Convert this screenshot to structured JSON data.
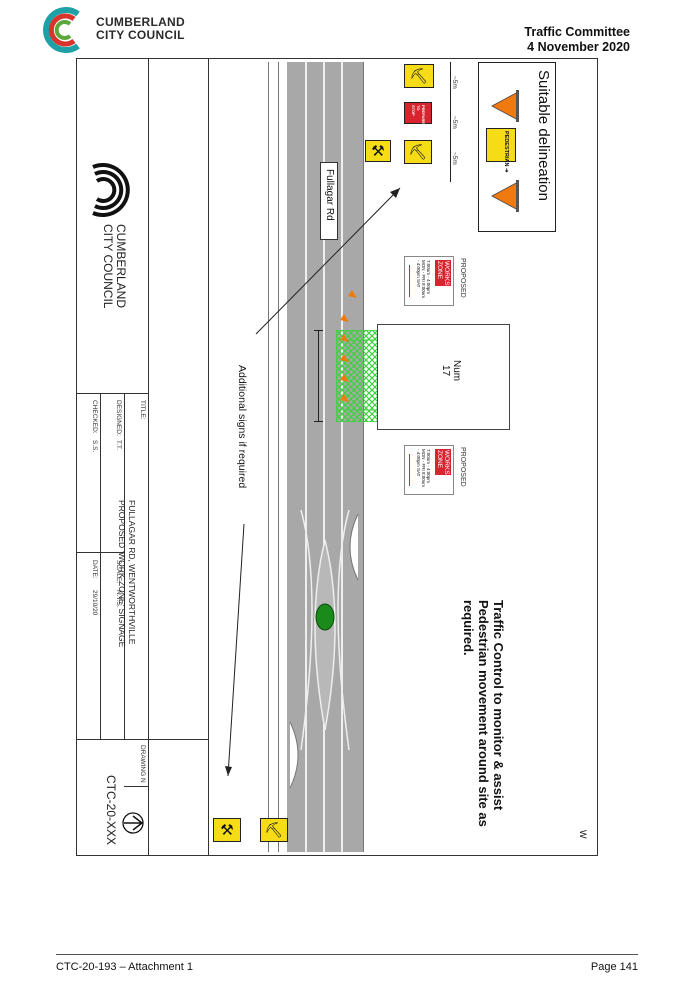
{
  "header": {
    "council_name_line1": "CUMBERLAND",
    "council_name_line2": "CITY COUNCIL",
    "committee": "Traffic Committee",
    "date": "4 November 2020"
  },
  "drawing": {
    "road_name": "Fullagar Rd",
    "suitable_delineation": "Suitable delineation",
    "pedestrian_sign": "PEDESTRIAN ➜",
    "prepare_to_stop": "PREPARE TO STOP",
    "proposed_label": "PROPOSED",
    "works_zone_title": "WORKS ZONE",
    "works_zone_top_times": "7:00am - 4:00pm MON - FRI 8:00am - 4:00pm SAT",
    "works_zone_bottom_times": "7:00am - 4:00pm MON - FRI 8:00am - 4:00pm SAT",
    "num_label": "Num",
    "num_value": "17",
    "additional_signs": "Additional signs if required",
    "traffic_control_line1": "Traffic Control to monitor  & assist",
    "traffic_control_line2": "Pedestrian movement around site as",
    "traffic_control_line3": "required.",
    "spacing_labels": [
      "~5m",
      "~5m",
      "~5m"
    ],
    "edge_letter": "W"
  },
  "title_block": {
    "council_line1": "CUMBERLAND",
    "council_line2": "CITY COUNCIL",
    "title_label": "TITLE:",
    "title_line1": "FULLAGAR RD, WENTWORTHVILLE",
    "title_line2": "PROPOSED 'WORK ZONE' SIGNAGE",
    "designed_label": "DESIGNED:",
    "designed_value": "T.T.",
    "checked_label": "CHECKED:",
    "checked_value": "S.S.",
    "scale_label": "SCALE:",
    "scale_value": "N.T.S.",
    "date_label": "DATE:",
    "date_value": "29/10/20",
    "drawing_no_label": "DRAWING N",
    "drawing_no_value": "CTC-20-XXX"
  },
  "footer": {
    "attachment": "CTC-20-193 – Attachment 1",
    "page": "Page 141"
  },
  "colors": {
    "road": "#a8a8a8",
    "hatch": "#3dd13d",
    "works_red": "#d9232e",
    "sign_yellow": "#f5dc16",
    "cone_orange": "#f07a10",
    "logo_teal": "#1fa0a6",
    "logo_red": "#d9342b",
    "logo_green": "#5aa73c"
  }
}
